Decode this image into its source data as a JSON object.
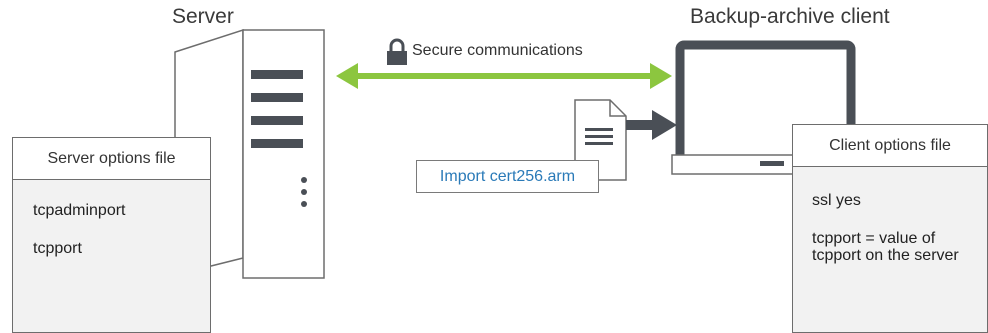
{
  "server": {
    "title": "Server",
    "options_file": {
      "header": "Server options file",
      "entries": [
        "tcpadminport",
        "tcpport"
      ]
    }
  },
  "client": {
    "title": "Backup-archive client",
    "options_file": {
      "header": "Client options file",
      "entries": [
        "ssl yes",
        "tcpport = value of tcpport on the server"
      ]
    }
  },
  "connection": {
    "label": "Secure communications",
    "icon": "lock-icon",
    "color": "#8cc63f"
  },
  "certificate": {
    "label": "Import cert256.arm",
    "icon": "document-icon",
    "label_color": "#2a7ab8"
  },
  "colors": {
    "device_dark": "#4a4f56",
    "device_outline": "#6d6d6d",
    "panel_fill": "#f2f2f2"
  }
}
